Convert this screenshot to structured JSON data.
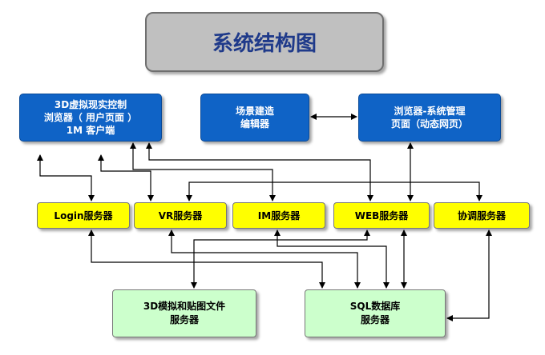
{
  "title": "系统结构图",
  "nodes": {
    "client_browser": [
      "3D虚拟现实控制",
      "浏览器（ 用户页面 ）",
      "1M 客户端"
    ],
    "scene_editor": [
      "场景建造",
      "编辑器"
    ],
    "admin_browser": [
      "浏览器-系统管理",
      "页面（动态网页）"
    ],
    "login_server": [
      "Login服务器"
    ],
    "vr_server": [
      "VR服务器"
    ],
    "im_server": [
      "IM服务器"
    ],
    "web_server": [
      "WEB服务器"
    ],
    "coord_server": [
      "协调服务器"
    ],
    "model_server": [
      "3D模拟和贴图文件",
      "服务器"
    ],
    "sql_server": [
      "SQL数据库",
      "服务器"
    ]
  },
  "edges": [
    [
      "client_browser",
      "login_server"
    ],
    [
      "client_browser",
      "vr_server"
    ],
    [
      "client_browser",
      "im_server"
    ],
    [
      "client_browser",
      "web_server"
    ],
    [
      "scene_editor",
      "admin_browser"
    ],
    [
      "admin_browser",
      "web_server"
    ],
    [
      "vr_server",
      "coord_server"
    ],
    [
      "login_server",
      "sql_server"
    ],
    [
      "vr_server",
      "sql_server"
    ],
    [
      "im_server",
      "sql_server"
    ],
    [
      "web_server",
      "sql_server"
    ],
    [
      "web_server",
      "model_server"
    ],
    [
      "coord_server",
      "sql_server"
    ]
  ],
  "colors": {
    "title_text": "#1f3a8a",
    "client_box": "#0f63c6",
    "server_box": "#ffff00",
    "storage_box": "#ccffcc",
    "line": "#000000"
  }
}
